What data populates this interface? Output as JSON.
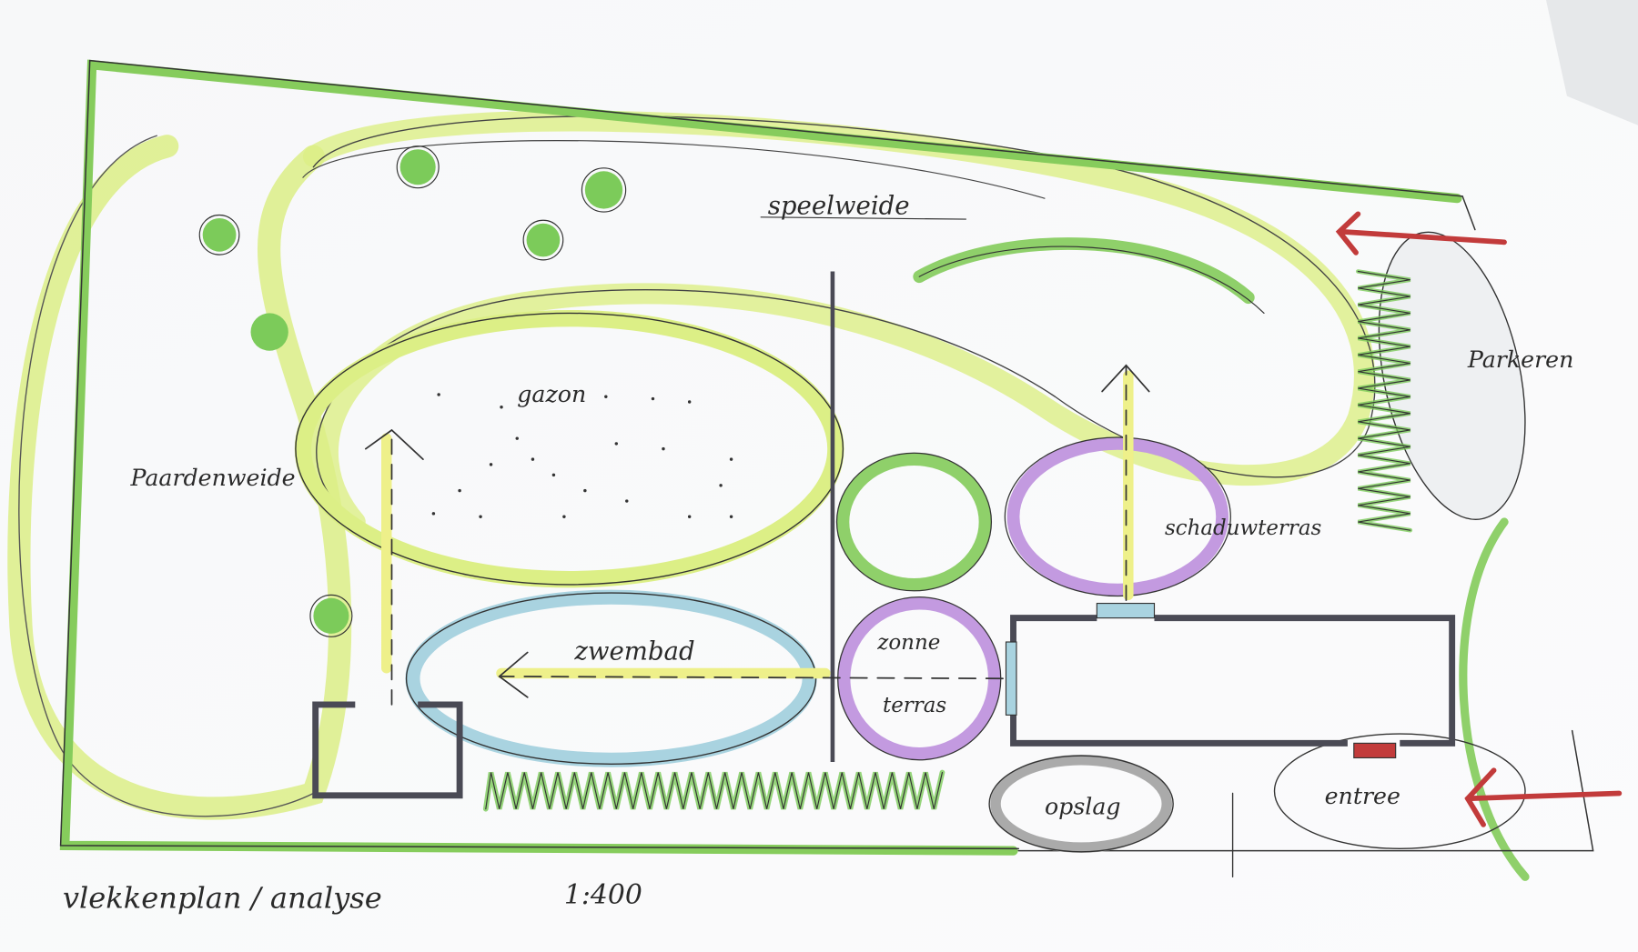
{
  "title": "vlekkenplan / analyse",
  "scale": "1:400",
  "labels": {
    "speelweide": "speelweide",
    "paardenweide": "Paardenweide",
    "gazon": "gazon",
    "zwembad": "zwembad",
    "zonneterras_1": "zonne",
    "zonneterras_2": "terras",
    "schaduwterras": "schaduwterras",
    "parkeren": "Parkeren",
    "opslag": "opslag",
    "entree": "entree"
  },
  "colors": {
    "lime": "#d6ee7a",
    "green": "#7ccb5a",
    "blue": "#a9d3e0",
    "purple": "#b98ad8",
    "red": "#c23b3b",
    "ink": "#2a2a2a",
    "wall": "#4a4a55"
  }
}
